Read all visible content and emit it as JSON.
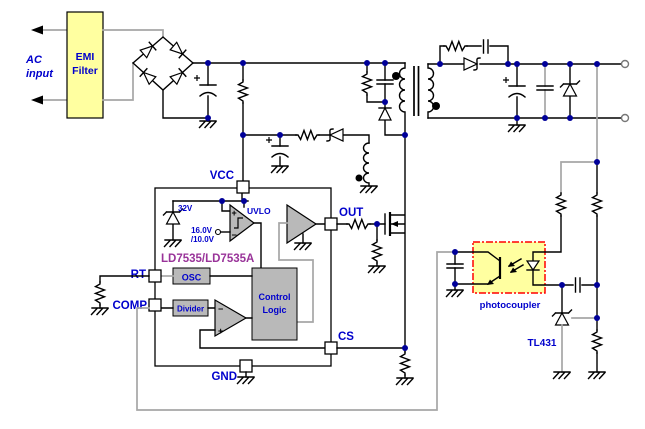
{
  "schematic": {
    "ac_input": {
      "line1": "AC",
      "line2": "input"
    },
    "emi_filter": {
      "line1": "EMI",
      "line2": "Filter"
    },
    "ic": {
      "part_number": "LD7535/LD7535A",
      "pins": {
        "vcc": "VCC",
        "out": "OUT",
        "rt": "RT",
        "comp": "COMP",
        "gnd": "GND",
        "cs": "CS"
      },
      "internal": {
        "zener": "32V",
        "uvlo": "UVLO",
        "uvlo_threshold_line1": "16.0V",
        "uvlo_threshold_line2": "/10.0V",
        "osc": "OSC",
        "divider": "Divider",
        "control_line1": "Control",
        "control_line2": "Logic",
        "plus": "+",
        "minus": "−"
      }
    },
    "feedback": {
      "photocoupler": "photocoupler",
      "shunt_regulator": "TL431"
    }
  },
  "colors": {
    "label_blue": "#0000cc",
    "part_number_purple": "#993399",
    "box_yellow": "#ffffa0",
    "block_gray": "#b9b9b9",
    "wire_gray": "#a6a6a6",
    "junction_navy": "#000099",
    "photocoupler_border_red": "#ff0000"
  }
}
